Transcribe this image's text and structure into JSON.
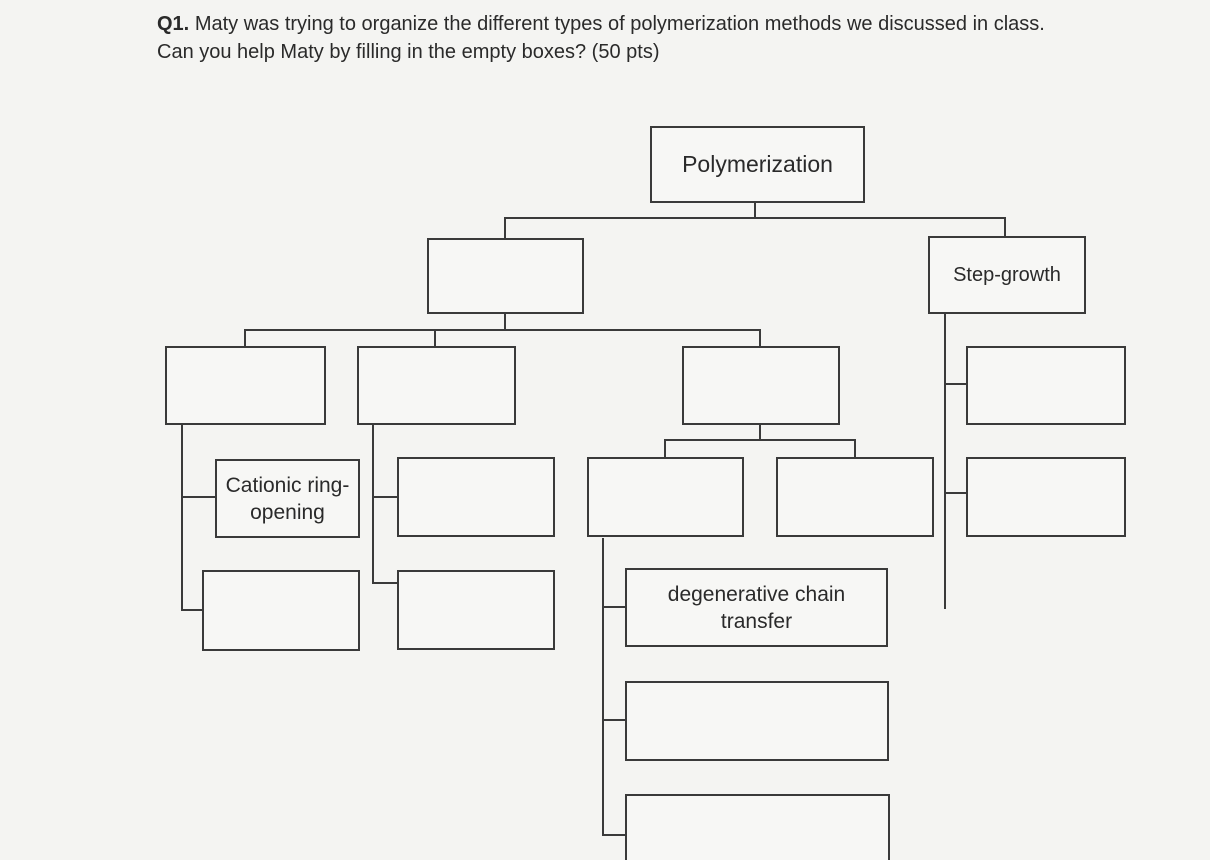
{
  "question": {
    "number": "Q1.",
    "text": "Maty was trying to organize the different types of polymerization methods we discussed in class. Can you help Maty by filling in the empty boxes? (50 pts)"
  },
  "diagram": {
    "root": "Polymerization",
    "step_growth": "Step-growth",
    "cationic_ring_opening": "Cationic ring-opening",
    "degenerative_chain_transfer": "degenerative chain transfer",
    "blank": ""
  }
}
